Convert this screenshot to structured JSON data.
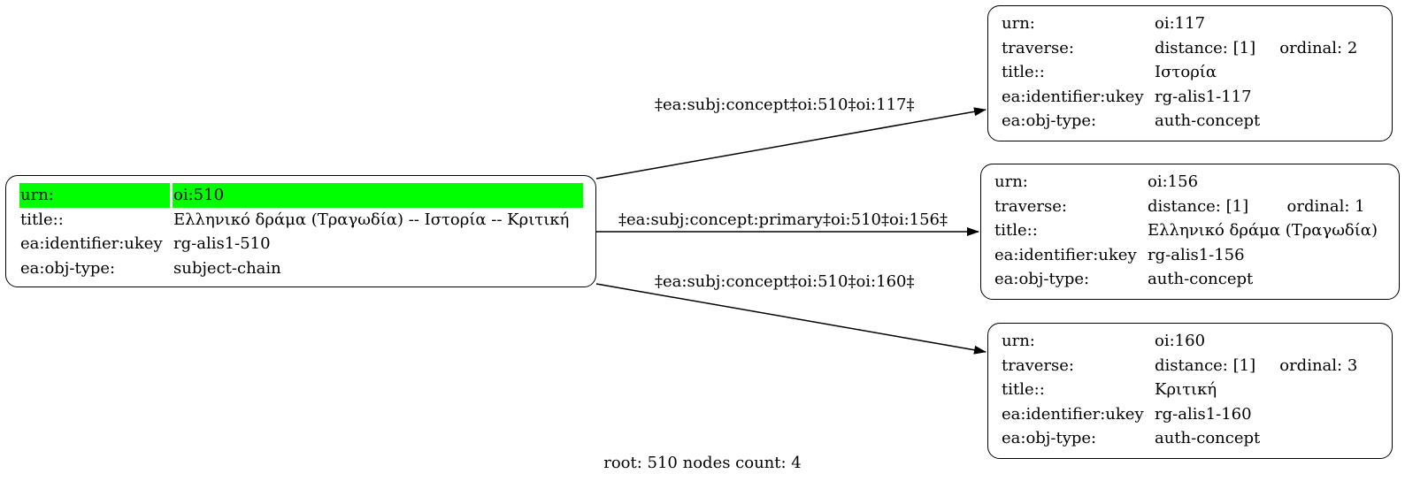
{
  "root_node": {
    "rows": [
      {
        "key": "urn:",
        "value": "oi:510"
      },
      {
        "key": "title::",
        "value": "Ελληνικό δράμα (Τραγωδία) -- Ιστορία -- Κριτική"
      },
      {
        "key": "ea:identifier:ukey",
        "value": "rg-alis1-510"
      },
      {
        "key": "ea:obj-type:",
        "value": "subject-chain"
      }
    ],
    "highlight_color": "#00ff00"
  },
  "nodes": [
    {
      "urn_key": "urn:",
      "urn": "oi:117",
      "traverse_key": "traverse:",
      "distance": "distance: [1]",
      "ordinal": "ordinal: 2",
      "title_key": "title::",
      "title": "Ιστορία",
      "ukey_key": "ea:identifier:ukey",
      "ukey": "rg-alis1-117",
      "type_key": "ea:obj-type:",
      "type": "auth-concept"
    },
    {
      "urn_key": "urn:",
      "urn": "oi:156",
      "traverse_key": "traverse:",
      "distance": "distance: [1]",
      "ordinal": "ordinal: 1",
      "title_key": "title::",
      "title": "Ελληνικό δράμα (Τραγωδία)",
      "ukey_key": "ea:identifier:ukey",
      "ukey": "rg-alis1-156",
      "type_key": "ea:obj-type:",
      "type": "auth-concept"
    },
    {
      "urn_key": "urn:",
      "urn": "oi:160",
      "traverse_key": "traverse:",
      "distance": "distance: [1]",
      "ordinal": "ordinal: 3",
      "title_key": "title::",
      "title": "Κριτική",
      "ukey_key": "ea:identifier:ukey",
      "ukey": "rg-alis1-160",
      "type_key": "ea:obj-type:",
      "type": "auth-concept"
    }
  ],
  "edges": [
    {
      "label": "‡ea:subj:concept‡oi:510‡oi:117‡"
    },
    {
      "label": "‡ea:subj:concept:primary‡oi:510‡oi:156‡"
    },
    {
      "label": "‡ea:subj:concept‡oi:510‡oi:160‡"
    }
  ],
  "footer": "root: 510 nodes count: 4"
}
